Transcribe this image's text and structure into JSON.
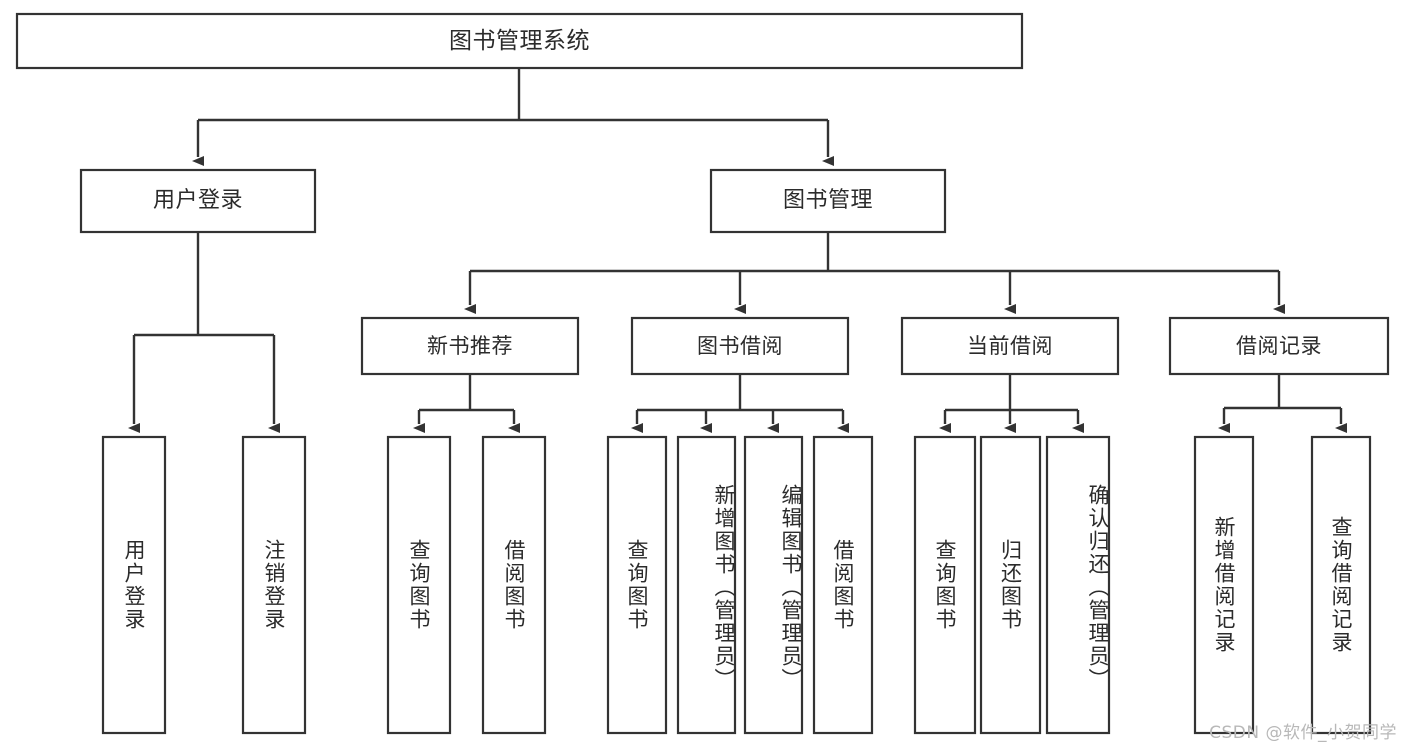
{
  "diagram": {
    "type": "hierarchy-tree",
    "title": "图书管理系统",
    "orientation": "top-down",
    "watermark": "CSDN @软件_小贺同学",
    "colors": {
      "stroke": "#333333",
      "fill": "#ffffff",
      "text": "#2b2b2b",
      "watermark": "#b8b8b8"
    },
    "levels": {
      "level1": {
        "root": "图书管理系统"
      },
      "level2": [
        {
          "label": "用户登录"
        },
        {
          "label": "图书管理"
        }
      ],
      "level3": [
        {
          "label": "新书推荐"
        },
        {
          "label": "图书借阅"
        },
        {
          "label": "当前借阅"
        },
        {
          "label": "借阅记录"
        }
      ]
    },
    "groups": [
      {
        "parent": "用户登录",
        "leaves": [
          {
            "label": "用户登录"
          },
          {
            "label": "注销登录"
          }
        ]
      },
      {
        "parent": "新书推荐",
        "leaves": [
          {
            "label": "查询图书"
          },
          {
            "label": "借阅图书"
          }
        ]
      },
      {
        "parent": "图书借阅",
        "leaves": [
          {
            "label": "查询图书"
          },
          {
            "label": "新增图书（管理员）"
          },
          {
            "label": "编辑图书（管理员）"
          },
          {
            "label": "借阅图书"
          }
        ]
      },
      {
        "parent": "当前借阅",
        "leaves": [
          {
            "label": "查询图书"
          },
          {
            "label": "归还图书"
          },
          {
            "label": "确认归还（管理员）"
          }
        ]
      },
      {
        "parent": "借阅记录",
        "leaves": [
          {
            "label": "新增借阅记录"
          },
          {
            "label": "查询借阅记录"
          }
        ]
      }
    ]
  }
}
